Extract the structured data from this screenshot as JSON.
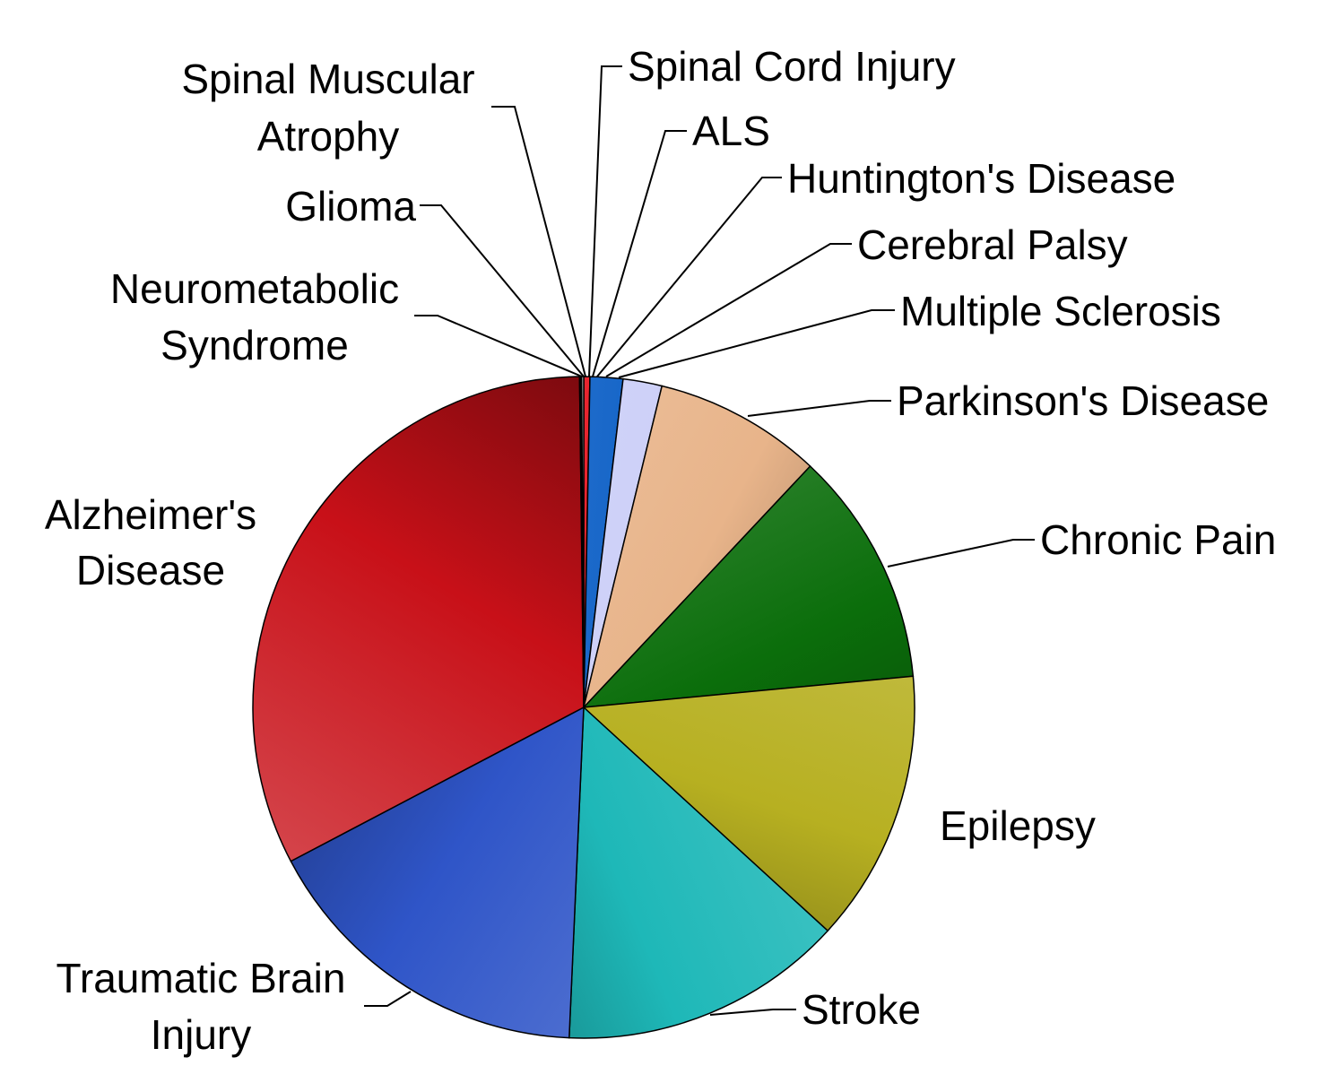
{
  "chart_data": {
    "type": "pie",
    "title": "",
    "start_angle_deg": 0,
    "direction": "clockwise",
    "legend": "none",
    "slices": [
      {
        "label": "Spinal Cord Injury",
        "value": 0.3,
        "color": "#e8202a"
      },
      {
        "label": "ALS",
        "value": 1.6,
        "color": "#1565c8"
      },
      {
        "label": "Huntington's Disease",
        "value": 1.9,
        "color": "#cdd0f8"
      },
      {
        "label": "Cerebral Palsy",
        "value": 0.0,
        "color": "#cc3333"
      },
      {
        "label": "Multiple Sclerosis",
        "value": 0.0,
        "color": "#cc3333"
      },
      {
        "label": "Parkinson's Disease",
        "value": 8.2,
        "color": "#e8b48a"
      },
      {
        "label": "Chronic Pain",
        "value": 11.5,
        "color": "#0b6e0b"
      },
      {
        "label": "Epilepsy",
        "value": 13.3,
        "color": "#b7b021"
      },
      {
        "label": "Stroke",
        "value": 13.9,
        "color": "#1eb8b8"
      },
      {
        "label": "Traumatic Brain Injury",
        "value": 16.6,
        "color": "#2f55c8"
      },
      {
        "label": "Alzheimer's Disease",
        "value": 32.5,
        "color": "#c81018"
      },
      {
        "label": "Neurometabolic Syndrome",
        "value": 0.05,
        "color": "#cc3333"
      },
      {
        "label": "Glioma",
        "value": 0.05,
        "color": "#aaaaaa"
      },
      {
        "label": "Spinal Muscular Atrophy",
        "value": 0.1,
        "color": "#dddddd"
      }
    ]
  },
  "labels": {
    "spinal_cord_injury": "Spinal Cord Injury",
    "als": "ALS",
    "huntingtons": "Huntington's Disease",
    "cerebral_palsy": "Cerebral Palsy",
    "multiple_sclerosis": "Multiple Sclerosis",
    "parkinsons": "Parkinson's Disease",
    "chronic_pain": "Chronic Pain",
    "epilepsy": "Epilepsy",
    "stroke": "Stroke",
    "tbi_line1": "Traumatic Brain",
    "tbi_line2": "Injury",
    "alzheimers_line1": "Alzheimer's",
    "alzheimers_line2": "Disease",
    "neurometabolic_line1": "Neurometabolic",
    "neurometabolic_line2": "Syndrome",
    "glioma": "Glioma",
    "sma_line1": "Spinal Muscular",
    "sma_line2": "Atrophy"
  }
}
